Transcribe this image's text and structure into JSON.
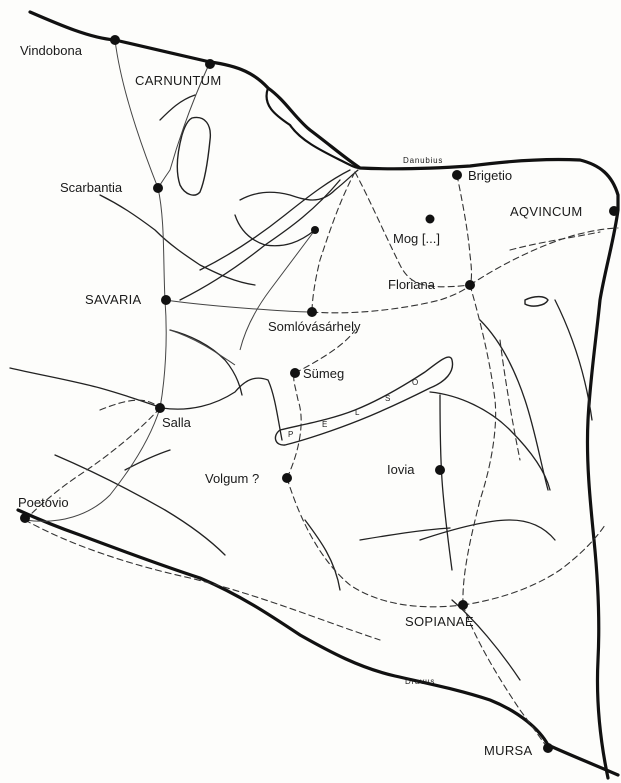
{
  "places": {
    "vindobona": "Vindobona",
    "carnuntum": "CARNUNTUM",
    "scarbantia": "Scarbantia",
    "savaria": "SAVARIA",
    "salla": "Salla",
    "poetovio": "Poetovio",
    "brigetio": "Brigetio",
    "aquincum": "AQVINCUM",
    "mog": "Mog [...]",
    "floriana": "Floriana",
    "somlovasarhely": "Somlóvásárhely",
    "sumeg": "Sümeg",
    "volgum": "Volgum ?",
    "iovia": "Iovia",
    "sopianae": "SOPIANAE",
    "mursa": "MURSA"
  },
  "rivers": {
    "danubius": "Danubius",
    "dravus": "Dravus"
  },
  "lake": {
    "letters": [
      "P",
      "E",
      "L",
      "S",
      "O"
    ]
  }
}
